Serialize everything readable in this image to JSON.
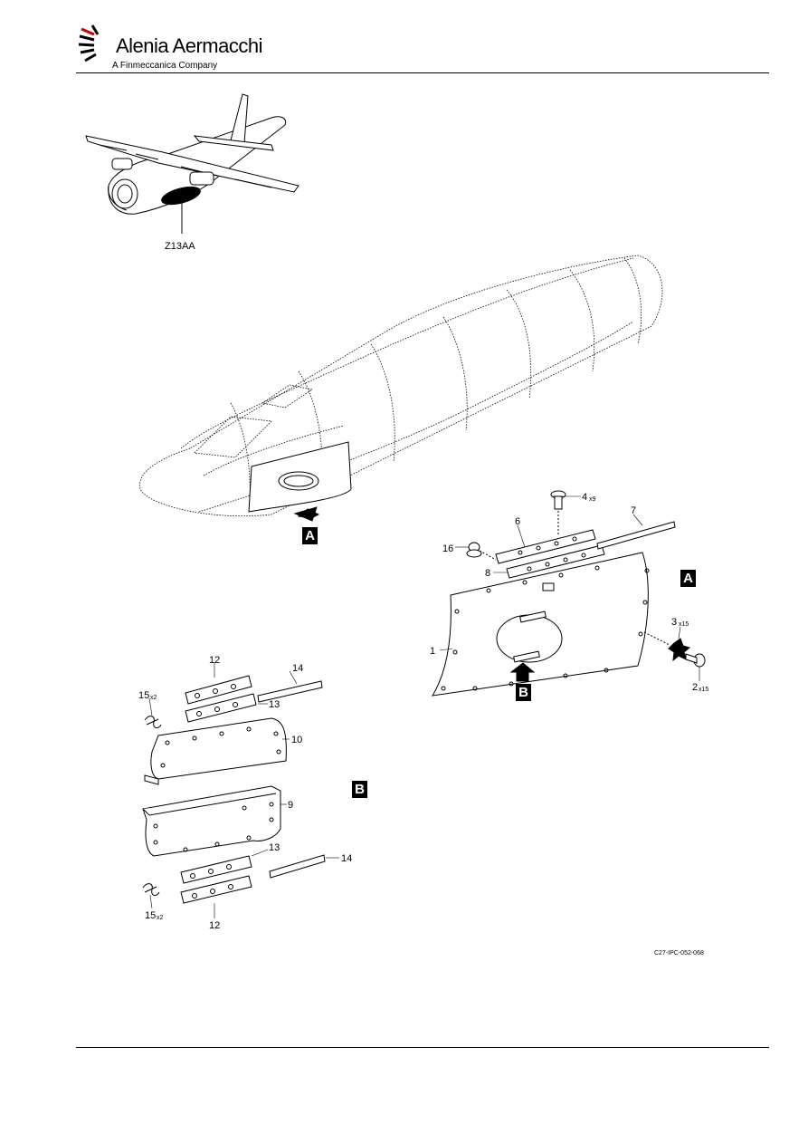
{
  "header": {
    "brand": "Alenia Aermacchi",
    "subtitle": "A Finmeccanica Company"
  },
  "zone_label": "Z13AA",
  "doc_ref": "C27-IPC-052-068",
  "views": {
    "a_label": "A",
    "b_label": "B"
  },
  "callouts": {
    "c1": "1",
    "c2": "2",
    "c2q": "x15",
    "c3": "3",
    "c3q": "x15",
    "c4": "4",
    "c4q": "x9",
    "c6": "6",
    "c7": "7",
    "c8": "8",
    "c9": "9",
    "c10": "10",
    "c12a": "12",
    "c12b": "12",
    "c13a": "13",
    "c13b": "13",
    "c14a": "14",
    "c14b": "14",
    "c15a": "15",
    "c15aq": "x2",
    "c15b": "15",
    "c15bq": "x2",
    "c16": "16"
  },
  "colors": {
    "line": "#000000",
    "background": "#ffffff"
  }
}
